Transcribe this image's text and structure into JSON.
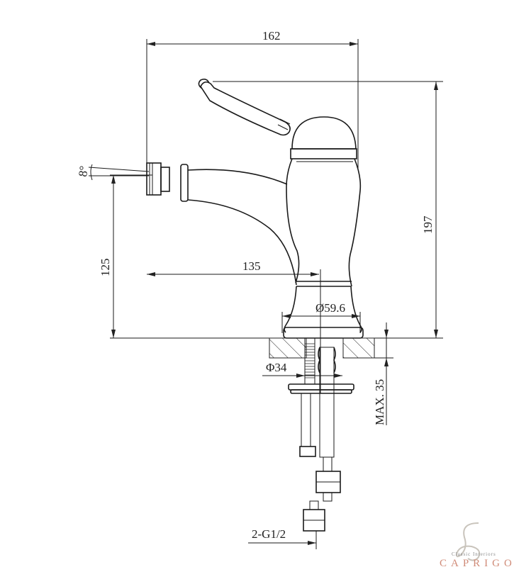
{
  "drawing": {
    "dimensions": {
      "width_top": "162",
      "height_total": "197",
      "spout_height": "125",
      "spout_reach": "135",
      "base_diameter": "Ø59.6",
      "hole_diameter": "Φ34",
      "max_deck": "MAX. 35",
      "connection": "2-G1/2",
      "spout_angle": "8°"
    }
  },
  "logo": {
    "tagline": "Classic Interiors",
    "brand": "CAPRIGO",
    "color": "#d08b78"
  }
}
